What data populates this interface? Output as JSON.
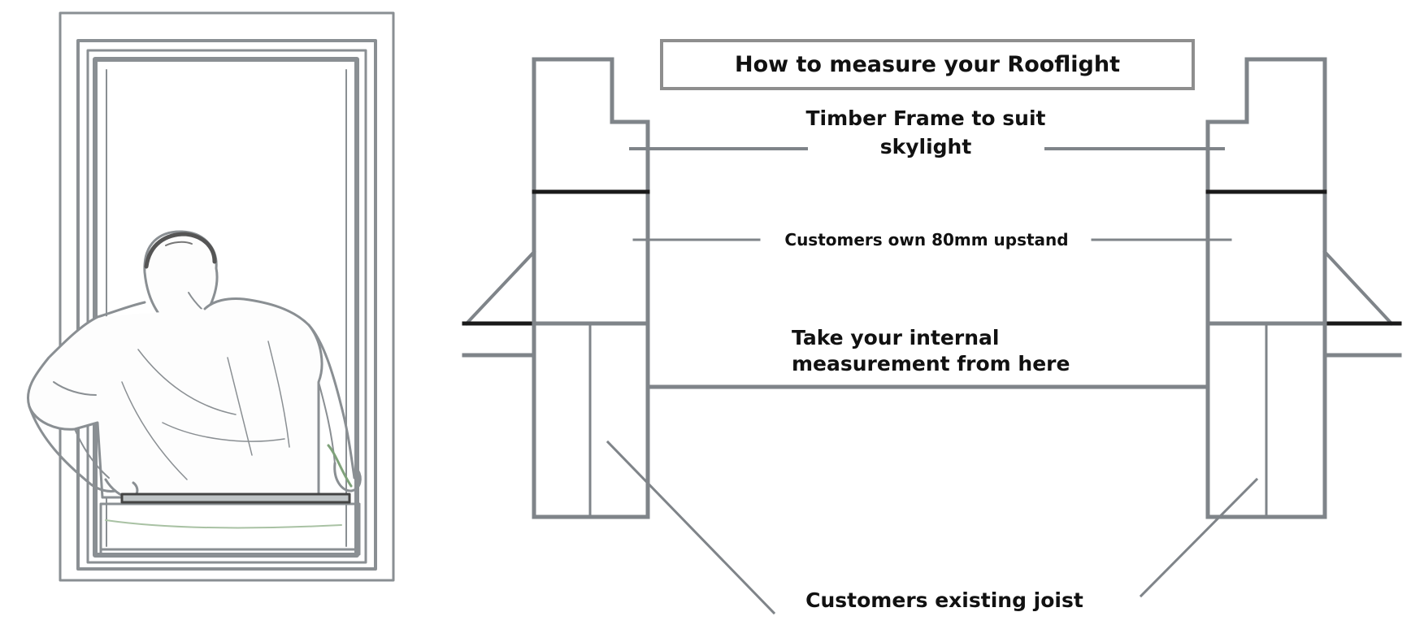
{
  "title": "How to measure your Rooflight",
  "labels": {
    "timber_frame": "Timber Frame to suit",
    "timber_frame_line2": "skylight",
    "upstand": "Customers own 80mm upstand",
    "measurement_line1": "Take your internal",
    "measurement_line2": "measurement from here",
    "joist": "Customers existing joist"
  },
  "illustration": {
    "subject": "man-measuring-rooflight-opening"
  },
  "colors": {
    "line": "#7f8489",
    "dark_line": "#1a1a1a",
    "text": "#111111"
  }
}
